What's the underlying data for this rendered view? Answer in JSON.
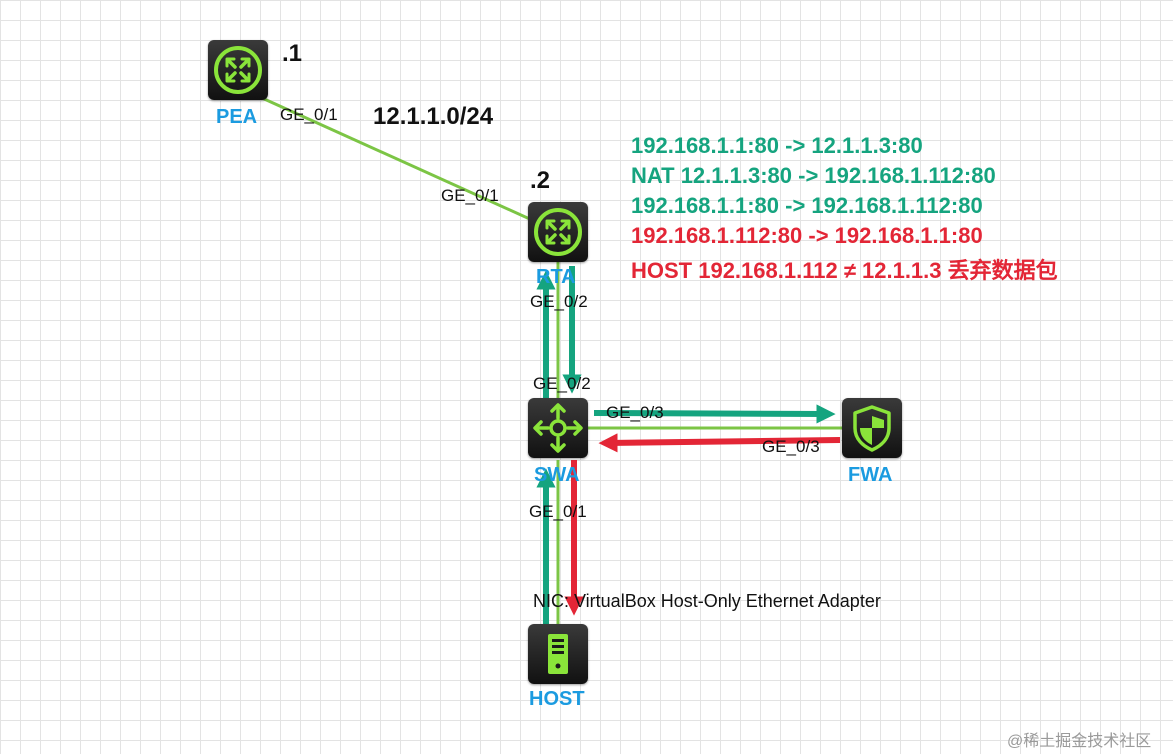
{
  "colors": {
    "link": "#7cc545",
    "flow_ok": "#15a47f",
    "flow_bad": "#e32636",
    "device_name": "#1b9be0",
    "icon": "#8ae43a"
  },
  "devices": {
    "pea": {
      "name": "PEA",
      "icon": "router-icon",
      "addr": ".1"
    },
    "rta": {
      "name": "RTA",
      "icon": "router-icon",
      "addr": ".2"
    },
    "swa": {
      "name": "SWA",
      "icon": "switch-icon"
    },
    "fwa": {
      "name": "FWA",
      "icon": "firewall-shield-icon"
    },
    "host": {
      "name": "HOST",
      "icon": "server-icon"
    }
  },
  "ports": {
    "pea_rta_pea": "GE_0/1",
    "pea_rta_rta": "GE_0/1",
    "rta_swa_rta": "GE_0/2",
    "rta_swa_swa": "GE_0/2",
    "swa_fwa_swa": "GE_0/3",
    "swa_fwa_fwa": "GE_0/3",
    "swa_host_swa": "GE_0/1",
    "host_adapter": "NIC: VirtualBox Host-Only Ethernet Adapter"
  },
  "network": "12.1.1.0/24",
  "flow_notes": [
    {
      "text": "192.168.1.1:80 -> 12.1.1.3:80",
      "status": "ok"
    },
    {
      "text": "NAT 12.1.1.3:80 -> 192.168.1.112:80",
      "status": "ok"
    },
    {
      "text": "192.168.1.1:80 -> 192.168.1.112:80",
      "status": "ok"
    },
    {
      "text": "192.168.1.112:80 -> 192.168.1.1:80",
      "status": "bad"
    },
    {
      "text": "HOST 192.168.1.112 ≠ 12.1.1.3 丢弃数据包",
      "status": "bad"
    }
  ],
  "watermark": "@稀土掘金技术社区"
}
